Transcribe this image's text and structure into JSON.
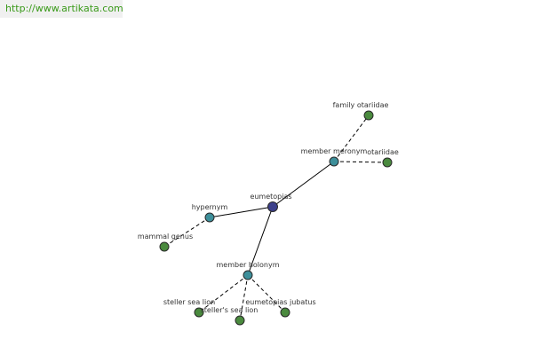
{
  "banner": {
    "url": "http://www.artikata.com"
  },
  "colors": {
    "center": "#3b3f8a",
    "relation": "#3d8f9a",
    "leaf": "#4a8a3e",
    "banner_text": "#3a9a1a"
  },
  "graph": {
    "nodes": [
      {
        "id": "eumetopias",
        "label": "eumetopias",
        "kind": "center"
      },
      {
        "id": "member_meronym",
        "label": "member meronym",
        "kind": "relation"
      },
      {
        "id": "family_otariidae",
        "label": "family otariidae",
        "kind": "leaf"
      },
      {
        "id": "otariidae",
        "label": "otariidae",
        "kind": "leaf"
      },
      {
        "id": "hypernym",
        "label": "hypernym",
        "kind": "relation"
      },
      {
        "id": "mammal_genus",
        "label": "mammal genus",
        "kind": "leaf"
      },
      {
        "id": "member_holonym",
        "label": "member holonym",
        "kind": "relation"
      },
      {
        "id": "steller_sea_lion",
        "label": "steller sea lion",
        "kind": "leaf"
      },
      {
        "id": "stellers_sea_lion",
        "label": "steller's sea lion",
        "kind": "leaf"
      },
      {
        "id": "eumetopias_jubatus",
        "label": "eumetopias jubatus",
        "kind": "leaf"
      }
    ],
    "edges": [
      {
        "from": "eumetopias",
        "to": "member_meronym",
        "style": "solid"
      },
      {
        "from": "eumetopias",
        "to": "hypernym",
        "style": "solid"
      },
      {
        "from": "eumetopias",
        "to": "member_holonym",
        "style": "solid"
      },
      {
        "from": "member_meronym",
        "to": "family_otariidae",
        "style": "dashed"
      },
      {
        "from": "member_meronym",
        "to": "otariidae",
        "style": "dashed"
      },
      {
        "from": "hypernym",
        "to": "mammal_genus",
        "style": "dashed"
      },
      {
        "from": "member_holonym",
        "to": "steller_sea_lion",
        "style": "dashed"
      },
      {
        "from": "member_holonym",
        "to": "stellers_sea_lion",
        "style": "dashed"
      },
      {
        "from": "member_holonym",
        "to": "eumetopias_jubatus",
        "style": "dashed"
      }
    ]
  }
}
